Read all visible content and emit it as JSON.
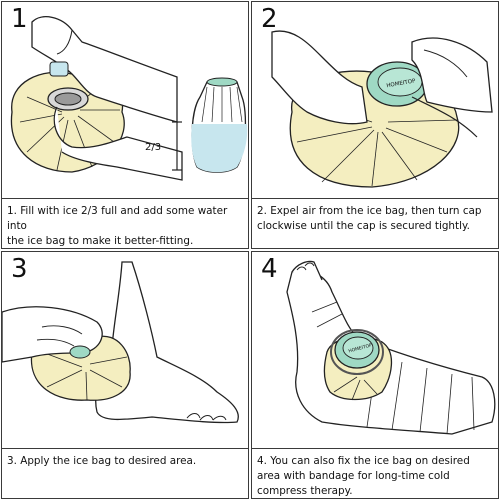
{
  "panels": [
    {
      "number": "1",
      "caption": "1. Fill with ice 2/3 full and add some water into\nthe ice bag to make it better-fitting.",
      "measure_label": "2/3"
    },
    {
      "number": "2",
      "caption": "2. Expel air from the ice bag, then turn cap\nclockwise until the cap is secured tightly.",
      "cap_brand": "HOMEITOP"
    },
    {
      "number": "3",
      "caption": "3. Apply the ice bag to desired area."
    },
    {
      "number": "4",
      "caption": "4. You can also fix the ice bag on desired\narea with bandage for long-time cold\ncompress therapy.",
      "cap_brand": "HOMEITOP"
    }
  ],
  "colors": {
    "bag_yellow": "#f4eec0",
    "cap_teal": "#9fd9c4",
    "water_blue": "#c7e6ee",
    "skin": "#ffffff",
    "outline": "#222222"
  }
}
